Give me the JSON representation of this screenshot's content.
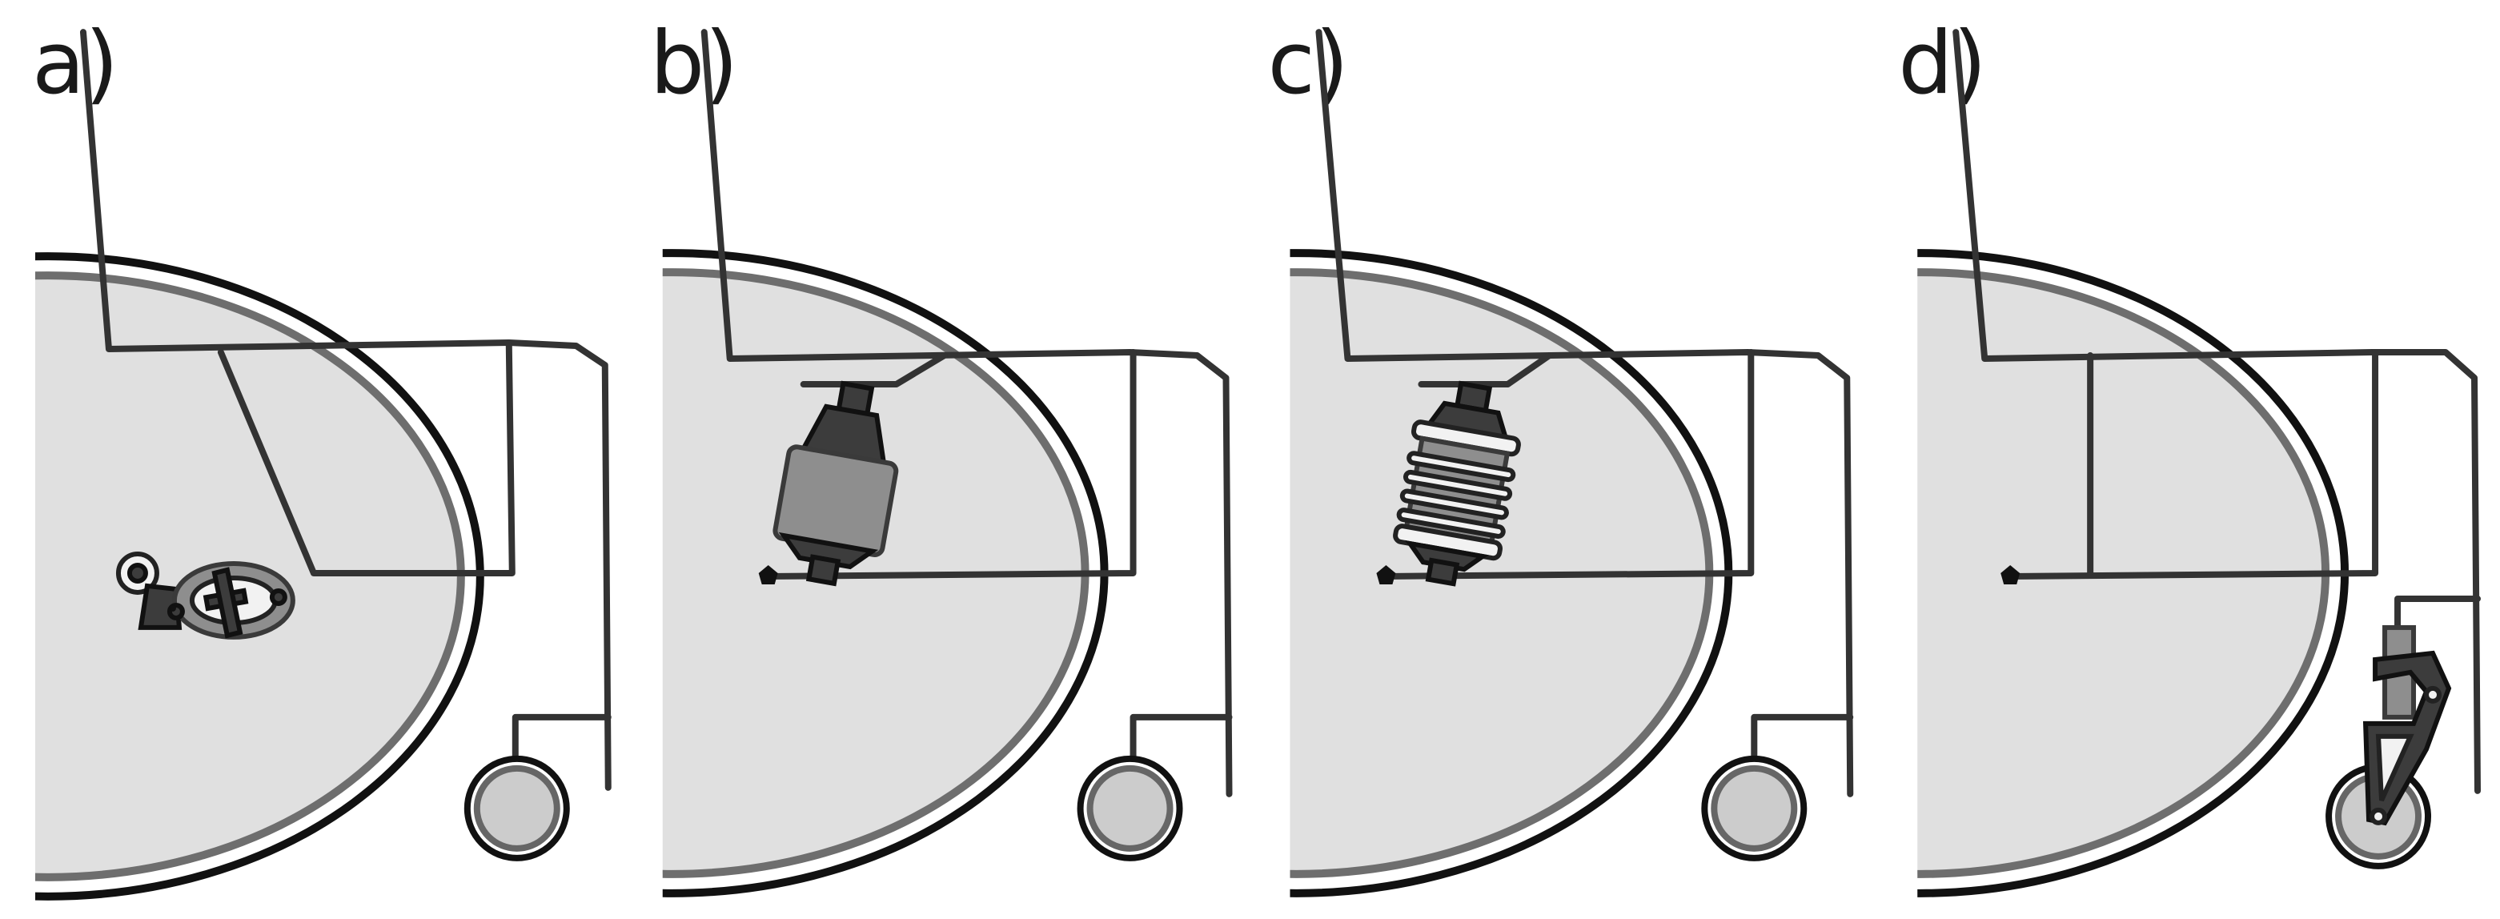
{
  "panels": [
    {
      "id": "a",
      "label": "a)",
      "device": "hub-brake-clamp"
    },
    {
      "id": "b",
      "label": "b)",
      "device": "cylinder-canister"
    },
    {
      "id": "c",
      "label": "c)",
      "device": "finned-canister"
    },
    {
      "id": "d",
      "label": "d)",
      "device": "caster-suspension-fork"
    }
  ],
  "colors": {
    "line": "#333333",
    "wheel_fill": "#e0e0e0",
    "wheel_rim": "#6e6e6e",
    "device_dark": "#3c3c3c",
    "device_mid": "#8e8e8e"
  }
}
